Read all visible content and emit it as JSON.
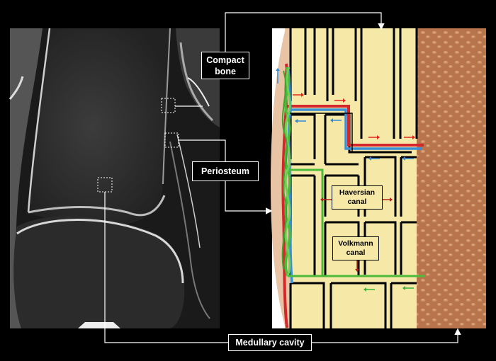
{
  "labels": {
    "compact_bone": "Compact bone",
    "periosteum": "Periosteum",
    "medullary_cavity": "Medullary cavity",
    "haversian_canal": "Haversian canal",
    "volkmann_canal": "Volkmann canal"
  },
  "colors": {
    "background": "#000000",
    "bone": "#f6e9a8",
    "marrow": "#b8744a",
    "periosteum": "#e8c3a4",
    "artery": "#d3272b",
    "vein": "#3b8fd4",
    "nerve": "#4dbb3a",
    "arrow_red": "#e0261b",
    "arrow_blue": "#2f8ad8",
    "arrow_green": "#38b13a"
  }
}
